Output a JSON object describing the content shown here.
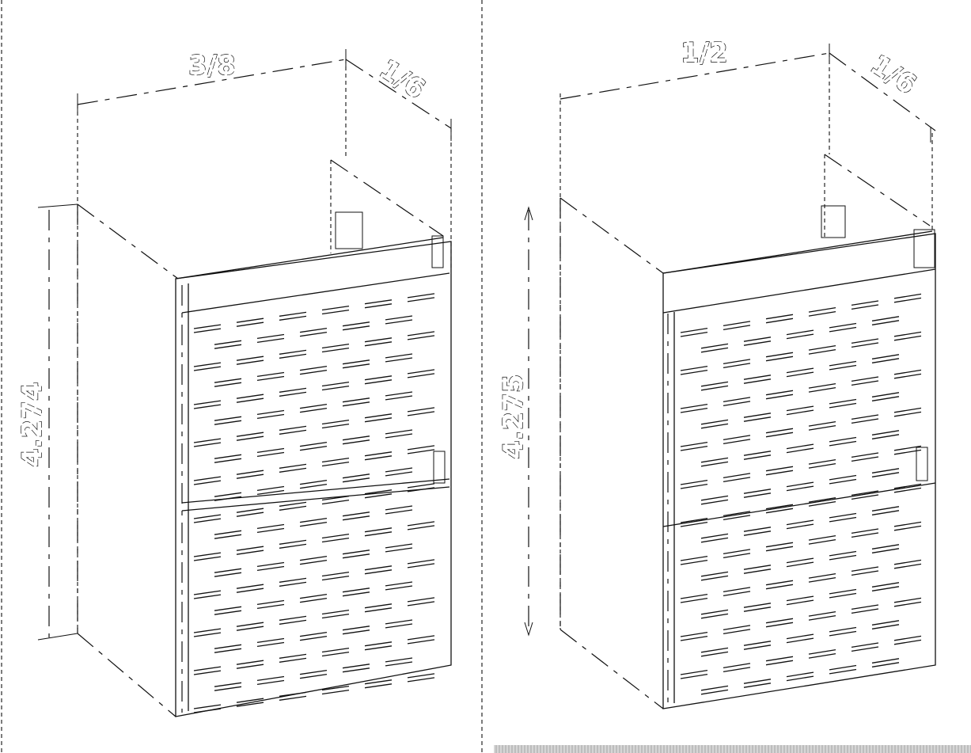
{
  "figures": [
    {
      "id": "left",
      "width_label": "3/8",
      "depth_label": "1/6",
      "height_label": "4.274"
    },
    {
      "id": "right",
      "width_label": "1/2",
      "depth_label": "1/6",
      "height_label": "4.275"
    }
  ],
  "colors": {
    "line": "#111111",
    "background": "#ffffff",
    "bottom_bar": "#cccccc"
  }
}
